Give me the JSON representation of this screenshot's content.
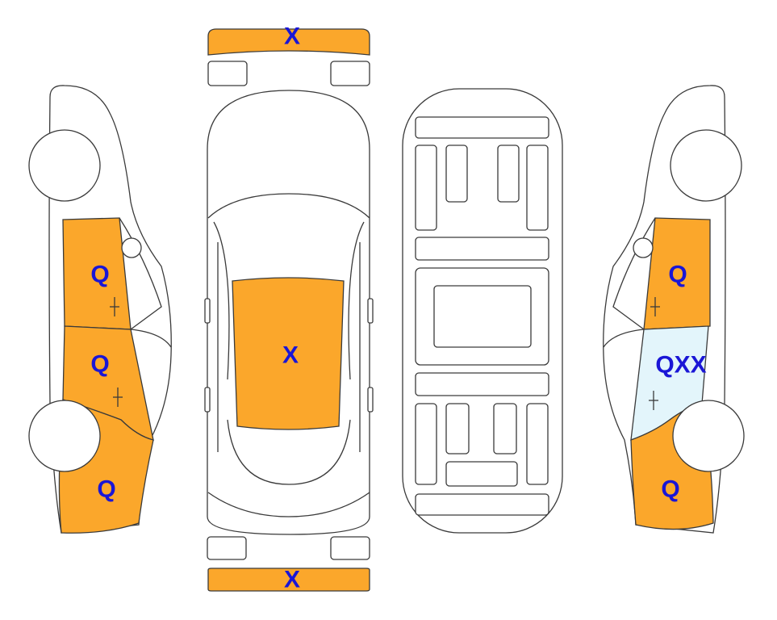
{
  "colors": {
    "damaged": "#FBA72B",
    "glass": "#E3F5FB",
    "outline": "#3a3a3a",
    "mark_text": "#1A16D6"
  },
  "panels": {
    "front_bumper": {
      "mark": "X",
      "state": "damaged"
    },
    "rear_bumper": {
      "mark": "X",
      "state": "damaged"
    },
    "roof": {
      "mark": "X",
      "state": "damaged"
    },
    "left_front_door": {
      "mark": "Q",
      "state": "damaged"
    },
    "left_rear_door": {
      "mark": "Q",
      "state": "damaged"
    },
    "left_rear_quarter": {
      "mark": "Q",
      "state": "damaged"
    },
    "right_front_door": {
      "mark": "Q",
      "state": "damaged"
    },
    "right_rear_door": {
      "mark": "QXX",
      "state": "glass"
    },
    "right_rear_quarter": {
      "mark": "Q",
      "state": "damaged"
    }
  }
}
